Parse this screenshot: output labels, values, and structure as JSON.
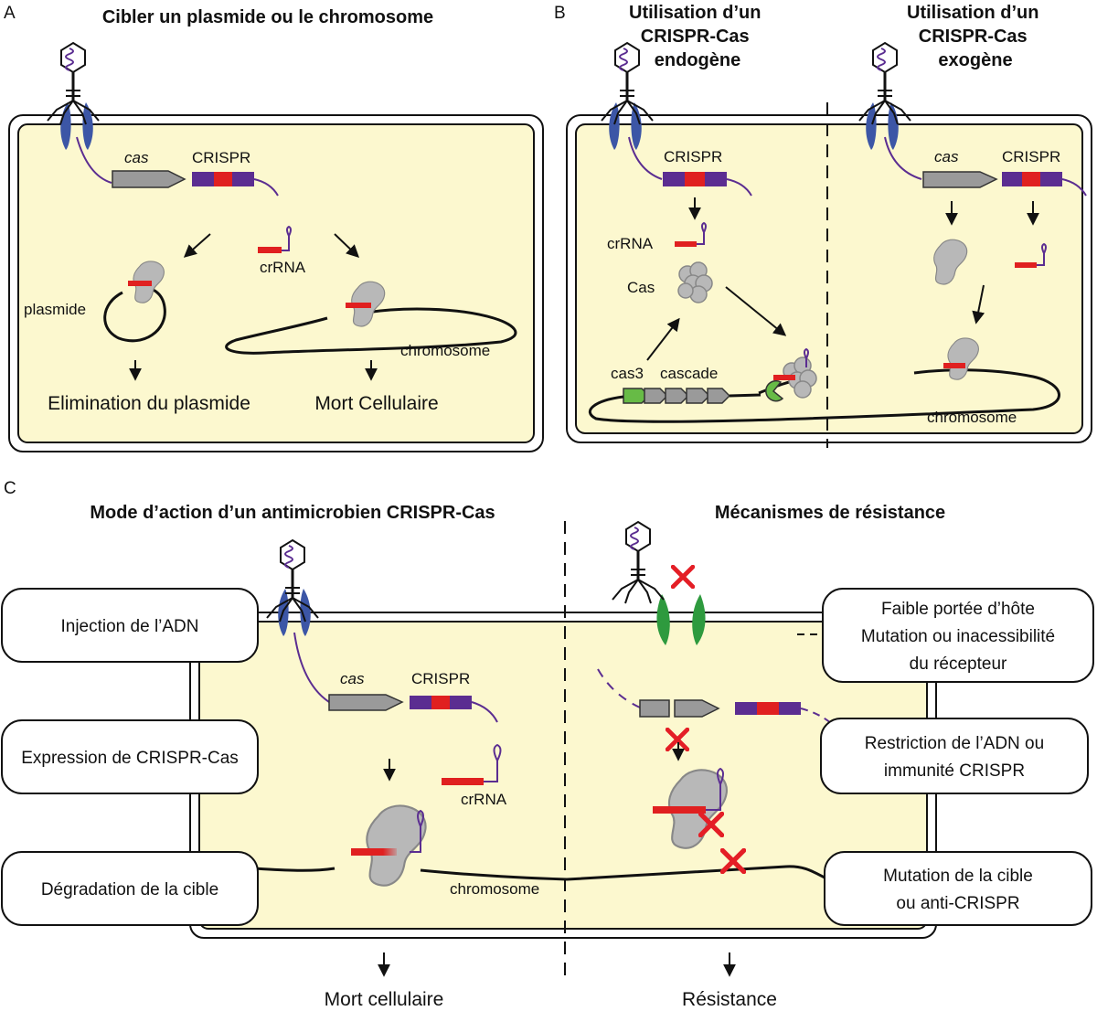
{
  "colors": {
    "cell_fill": "#fcf8cf",
    "receptor": "#3c56a6",
    "receptor_mutant": "#2e9a3e",
    "crispr_repeat": "#5b2d91",
    "spacer": "#e02020",
    "cas_gene": "#9a9a9a",
    "cas_protein": "#b8b8b8",
    "cas3": "#67bb46",
    "phage_dna": "#5b2d91",
    "resistance_cross": "#e41e26"
  },
  "panel_a": {
    "letter": "A",
    "title": "Cibler un plasmide ou le chromosome",
    "cas_label": "cas",
    "crispr_label": "CRISPR",
    "crrna_label": "crRNA",
    "plasmid_label": "plasmide",
    "chromosome_label": "chromosome",
    "outcome_plasmid": "Elimination du plasmide",
    "outcome_chromosome": "Mort Cellulaire"
  },
  "panel_b": {
    "letter": "B",
    "title_endo": [
      "Utilisation d’un",
      "CRISPR-Cas",
      "endogène"
    ],
    "title_exo": [
      "Utilisation d’un",
      "CRISPR-Cas",
      "exogène"
    ],
    "crispr_label": "CRISPR",
    "crrna_label": "crRNA",
    "cas_protein_label": "Cas",
    "cas3_label": "cas3",
    "cascade_label": "cascade",
    "chromosome_label": "chromosome",
    "cas_label": "cas",
    "crispr_label_exo": "CRISPR"
  },
  "panel_c": {
    "letter": "C",
    "title_left": "Mode d’action d’un antimicrobien CRISPR-Cas",
    "title_right": "Mécanismes de résistance",
    "steps": [
      {
        "lines": [
          "Injection de l’ADN"
        ]
      },
      {
        "lines": [
          "Expression de CRISPR-Cas"
        ]
      },
      {
        "lines": [
          "Dégradation de la cible"
        ]
      }
    ],
    "resistances": [
      {
        "lines": [
          "Faible portée d’hôte",
          "Mutation ou inacessibilité",
          "du récepteur"
        ]
      },
      {
        "lines": [
          "Restriction de l’ADN ou",
          "immunité CRISPR"
        ]
      },
      {
        "lines": [
          "Mutation de la cible",
          "ou anti-CRISPR"
        ]
      }
    ],
    "cas_label": "cas",
    "crispr_label": "CRISPR",
    "crrna_label": "crRNA",
    "chromosome_label": "chromosome",
    "outcome_left": "Mort cellulaire",
    "outcome_right": "Résistance"
  }
}
